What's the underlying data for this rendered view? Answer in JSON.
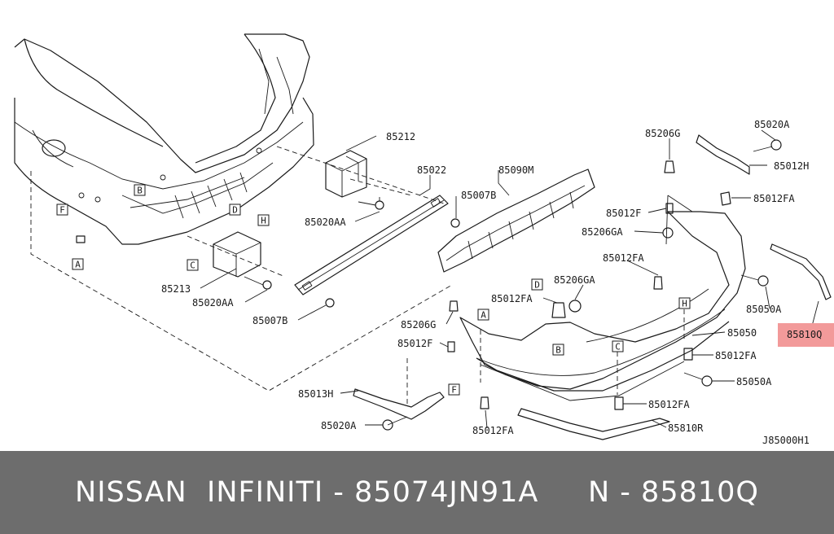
{
  "diagram": {
    "code": "J85000H1",
    "highlight_color": "#f29a9a",
    "labels": {
      "p85212": "85212",
      "p85022": "85022",
      "p85090M": "85090M",
      "p85206G_top": "85206G",
      "p85020A_top": "85020A",
      "p85012H": "85012H",
      "p85012FA_a": "85012FA",
      "p85007B_a": "85007B",
      "p85020AA_a": "85020AA",
      "p85012F_a": "85012F",
      "p85206GA_a": "85206GA",
      "p85012FA_b": "85012FA",
      "p85213": "85213",
      "p85020AA_b": "85020AA",
      "p85007B_b": "85007B",
      "p85206GA_b": "85206GA",
      "p85012FA_c": "85012FA",
      "p85206G_b": "85206G",
      "p85012F_b": "85012F",
      "p85050A_a": "85050A",
      "p85810Q": "85810Q",
      "p85050": "85050",
      "p85012FA_d": "85012FA",
      "p85050A_b": "85050A",
      "p85013H": "85013H",
      "p85012FA_e": "85012FA",
      "p85020A_b": "85020A",
      "p85012FA_f": "85012FA",
      "p85810R": "85810R"
    },
    "refs": {
      "B1": "B",
      "D1": "D",
      "F1": "F",
      "H1": "H",
      "A1": "A",
      "C1": "C",
      "D2": "D",
      "A2": "A",
      "B2": "B",
      "H2": "H",
      "C2": "C",
      "F2": "F"
    }
  },
  "footer": {
    "text": "NISSAN  INFINITI - 85074JN91A     N - 85810Q"
  }
}
